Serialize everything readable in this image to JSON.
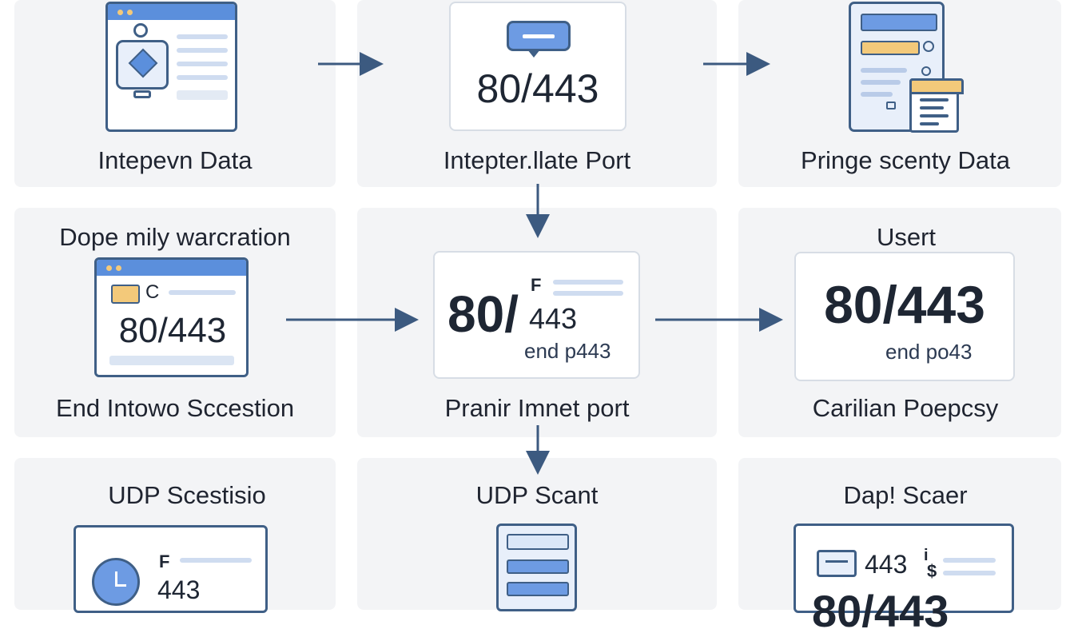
{
  "nodes": {
    "top_left": {
      "label": "Intepevn Data"
    },
    "top_mid": {
      "label": "Intepter.llate Port",
      "port": "80/443"
    },
    "top_right": {
      "label": "Pringe scenty Data"
    },
    "mid_left": {
      "title": "Dope mily warcration",
      "icon_char": "C",
      "port": "80/443",
      "label": "End Intowo Sccestion"
    },
    "mid_center": {
      "port_big": "80/",
      "port_small": "443",
      "glyph": "F",
      "sub": "end p443",
      "label": "Pranir Imnet port"
    },
    "mid_right": {
      "title": "Usert",
      "port": "80/443",
      "sub": "end po43",
      "label": "Carilian Poepcsy"
    },
    "bot_left": {
      "title": "UDP Scestisio",
      "glyph": "F",
      "port": "443"
    },
    "bot_mid": {
      "title": "UDP Scant"
    },
    "bot_right": {
      "title": "Dap! Scaer",
      "port": "443",
      "glyph": "i",
      "glyph2": "$",
      "port_bottom": "80/443"
    }
  },
  "colors": {
    "panel": "#f3f4f6",
    "accent_blue": "#5b8fdc",
    "window_border": "#3f5f86",
    "arrow": "#3c5a80",
    "note_yellow": "#f3c97a"
  },
  "icons": [
    "browser-window-icon",
    "chat-bubble-icon",
    "form-document-icon",
    "clock-icon",
    "server-stack-icon",
    "arrow-right-icon",
    "arrow-down-icon"
  ]
}
